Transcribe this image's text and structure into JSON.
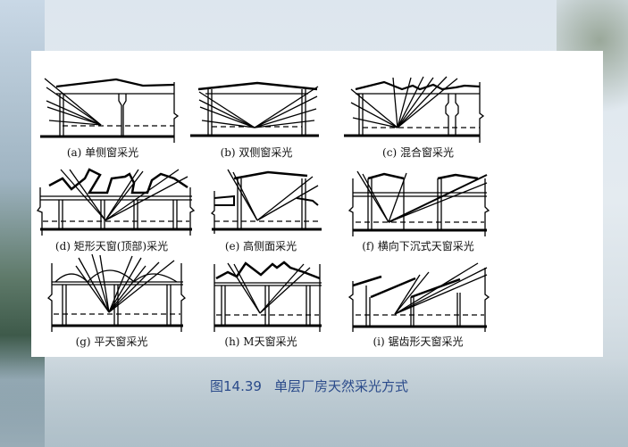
{
  "figure": {
    "number": "图14.39",
    "title": "单层厂房天然采光方式"
  },
  "panels": [
    {
      "id": "a",
      "caption": "(a) 单侧窗采光"
    },
    {
      "id": "b",
      "caption": "(b) 双侧窗采光"
    },
    {
      "id": "c",
      "caption": "(c) 混合窗采光"
    },
    {
      "id": "d",
      "caption": "(d) 矩形天窗(顶部)采光"
    },
    {
      "id": "e",
      "caption": "(e) 高侧面采光"
    },
    {
      "id": "f",
      "caption": "(f) 横向下沉式天窗采光"
    },
    {
      "id": "g",
      "caption": "(g) 平天窗采光"
    },
    {
      "id": "h",
      "caption": "(h) M天窗采光"
    },
    {
      "id": "i",
      "caption": "(i) 锯齿形天窗采光"
    }
  ]
}
